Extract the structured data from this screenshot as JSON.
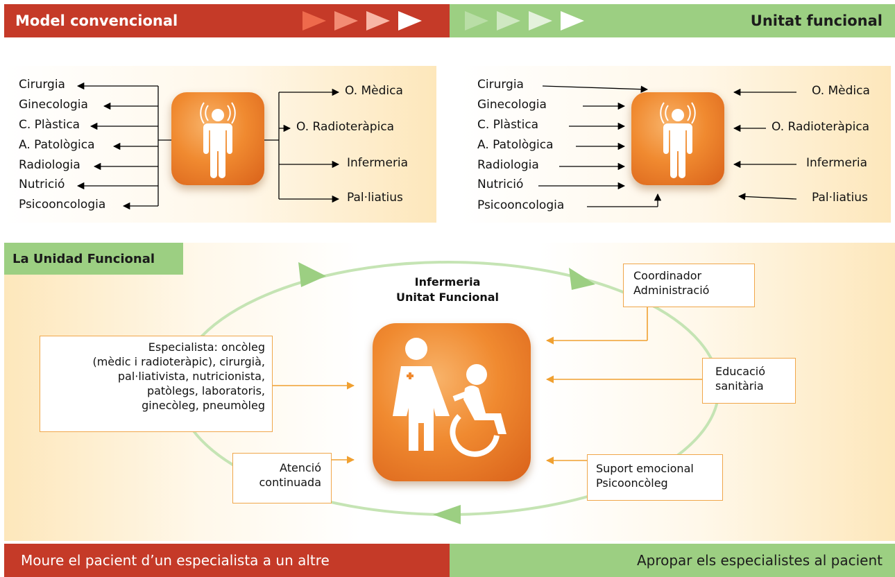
{
  "top_bar": {
    "left_title": "Model convencional",
    "right_title": "Unitat funcional"
  },
  "left_panel": {
    "left_items": [
      "Cirurgia",
      "Ginecologia",
      "C. Plàstica",
      "A. Patològica",
      "Radiologia",
      "Nutrició",
      "Psicooncologia"
    ],
    "right_items": [
      "O. Mèdica",
      "O. Radioteràpica",
      "Infermeria",
      "Pal·liatius"
    ]
  },
  "right_panel": {
    "left_items": [
      "Cirurgia",
      "Ginecologia",
      "C. Plàstica",
      "A. Patològica",
      "Radiologia",
      "Nutrició",
      "Psicooncologia"
    ],
    "right_items": [
      "O. Mèdica",
      "O. Radioteràpica",
      "Infermeria",
      "Pal·liatius"
    ]
  },
  "unidad": {
    "tab_label": "La Unidad Funcional",
    "center_title_line1": "Infermeria",
    "center_title_line2": "Unitat Funcional",
    "especialista_label": "Especialista:",
    "especialista_text_1": "oncòleg",
    "especialista_lines": [
      "(mèdic i radioteràpic), cirurgià,",
      "pal·liativista, nutricionista,",
      "patòlegs, laboratoris,",
      "ginecòleg, pneumòleg"
    ],
    "coordinador_lines": [
      "Coordinador",
      "Administració"
    ],
    "educacio_lines": [
      "Educació",
      "sanitària"
    ],
    "suport_lines": [
      "Suport emocional",
      "Psicooncòleg"
    ],
    "atencio_lines": [
      "Atenció",
      "continuada"
    ]
  },
  "bottom_bar": {
    "left_text": "Moure el pacient d’un especialista a un altre",
    "right_text": "Apropar els especialistes al pacient"
  },
  "colors": {
    "red": "#c53a28",
    "green": "#9ccf82",
    "orange": "#f08a30",
    "arrow_orange": "#f0a030"
  },
  "icons": [
    "person-signal-icon",
    "nurse-icon",
    "wheelchair-patient-icon"
  ]
}
